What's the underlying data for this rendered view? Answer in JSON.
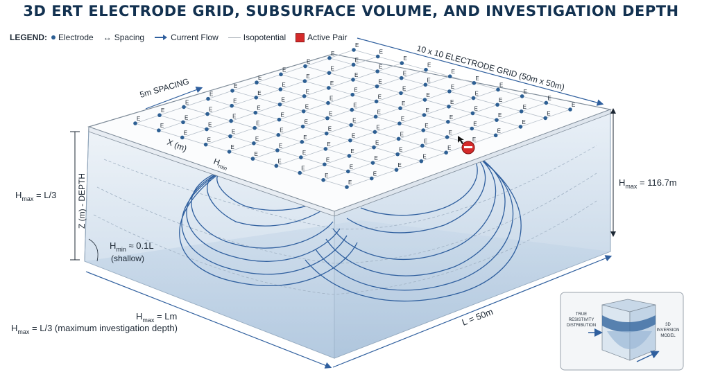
{
  "title": "3D ERT ELECTRODE GRID, SUBSURFACE VOLUME, AND INVESTIGATION DEPTH",
  "legend": {
    "label": "LEGEND:",
    "items": [
      {
        "label": "Electrode",
        "icon": "dot-icon"
      },
      {
        "label": "Spacing",
        "icon": "double-arrow-icon"
      },
      {
        "label": "Current Flow",
        "icon": "arrow-icon"
      },
      {
        "label": "Isopotential",
        "icon": "line-icon"
      },
      {
        "label": "Active Pair",
        "icon": "red-square-icon"
      }
    ]
  },
  "grid": {
    "label": "10 x 10 ELECTRODE GRID (50m x 50m)",
    "spacing_label": "5m SPACING",
    "x_axis": "X (m)",
    "electrode_letter": "E",
    "rows": 10,
    "cols": 10
  },
  "labels": {
    "hmin_surface": "H",
    "hmin_surface_sub": "min",
    "z_axis": "Z (m) - DEPTH",
    "hmax_left_pre": "H",
    "hmax_left_sub": "max",
    "hmax_left_post": " = L/3",
    "hmax_right_pre": "H",
    "hmax_right_sub": "max",
    "hmax_right_post": " = 116.7m",
    "hmin_pre": "H",
    "hmin_sub": "min",
    "hmin_post": " ≈ 0.1L",
    "shallow": "(shallow)",
    "hmax_lm_pre": "H",
    "hmax_lm_sub": "max",
    "hmax_lm_post": " = Lm",
    "hmax_desc_pre": "H",
    "hmax_desc_sub": "max",
    "hmax_desc_post": " = L/3 (maximum investigation depth)",
    "length": "L = 50m"
  },
  "inset": {
    "left_line1": "TRUE",
    "left_line2": "RESISTIVITY",
    "left_line3": "DISTRIBUTION",
    "right_line1": "3D",
    "right_line2": "INVERSION",
    "right_line3": "MODEL"
  },
  "colors": {
    "electrode": "#2d5f93",
    "current": "#2f5f9e",
    "active": "#d42a2a",
    "volume": "#c9d9e8"
  }
}
